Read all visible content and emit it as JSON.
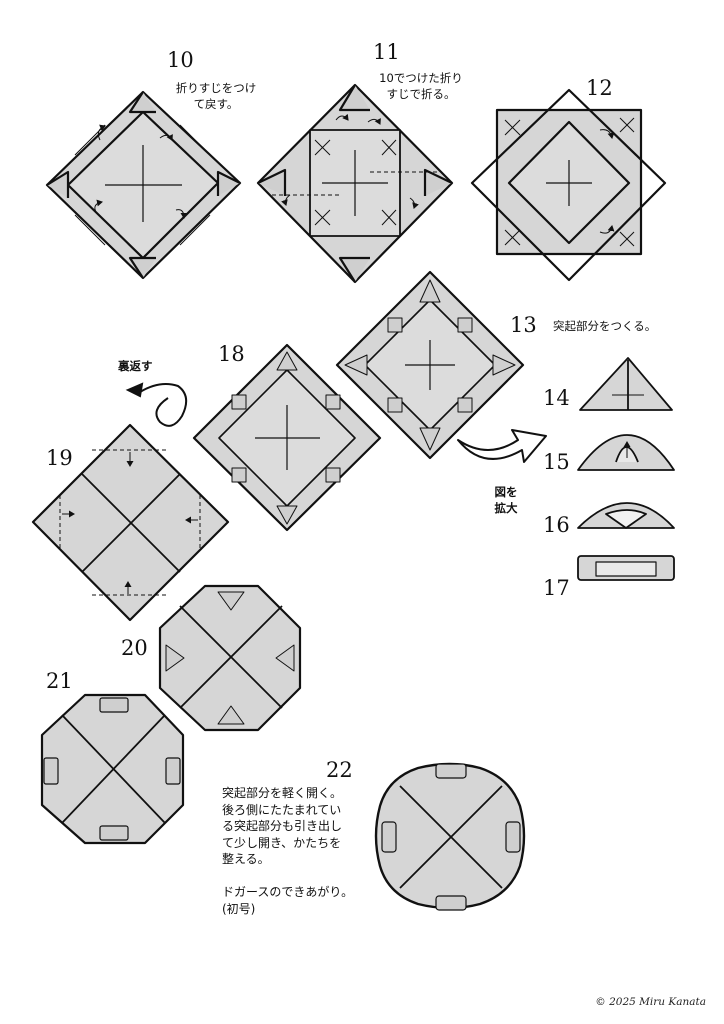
{
  "steps": {
    "s10": {
      "number": "10",
      "note": "折りすじをつけ\nて戻す。"
    },
    "s11": {
      "number": "11",
      "note": "10でつけた折り\nすじで折る。"
    },
    "s12": {
      "number": "12"
    },
    "s13": {
      "number": "13",
      "note": "突起部分をつくる。"
    },
    "s14": {
      "number": "14"
    },
    "s15": {
      "number": "15"
    },
    "s16": {
      "number": "16"
    },
    "s17": {
      "number": "17"
    },
    "s18": {
      "number": "18"
    },
    "s19": {
      "number": "19"
    },
    "s20": {
      "number": "20"
    },
    "s21": {
      "number": "21"
    },
    "s22": {
      "number": "22"
    }
  },
  "labels": {
    "flip_over": "裏返す",
    "enlarge": "図を\n拡大"
  },
  "final_note": "突起部分を軽く開く。\n後ろ側にたたまれてい\nる突起部分も引き出し\nて少し開き、かたちを\n整える。\n\nドガースのできあがり。\n(初号)",
  "copyright": "© 2025 Miru Kanata",
  "colors": {
    "paper": "#d6d6d6",
    "line": "#111111",
    "background": "#ffffff"
  }
}
